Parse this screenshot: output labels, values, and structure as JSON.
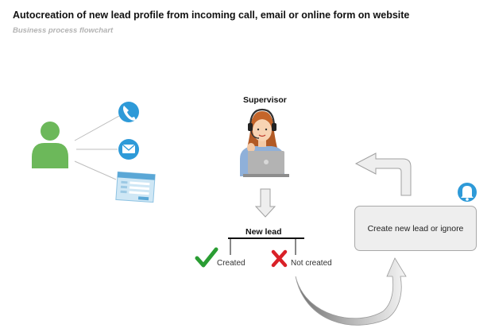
{
  "header": {
    "title": "Autocreation of new lead profile from incoming call, email or online form on website",
    "subtitle": "Business process flowchart"
  },
  "diagram": {
    "supervisor_label": "Supervisor",
    "decision_label": "New lead",
    "outcome_created": "Created",
    "outcome_not_created": "Not created",
    "action_box_label": "Create new lead or ignore",
    "icons": [
      "customer-icon",
      "phone-icon",
      "email-icon",
      "online-form-icon",
      "supervisor-icon",
      "laptop-icon",
      "check-icon",
      "cross-icon",
      "notification-bell-icon"
    ],
    "colors": {
      "customer": "#6cb85a",
      "channel_icon_bg": "#2e9ad8",
      "form_card": "#cfe7f5",
      "form_header": "#5aa7d6",
      "check": "#2a9d33",
      "cross": "#d92128",
      "arrow_fill": "#eeeeee",
      "arrow_stroke": "#a0a0a0",
      "box_fill": "#eeeeee",
      "box_border": "#a9a9a9"
    }
  }
}
